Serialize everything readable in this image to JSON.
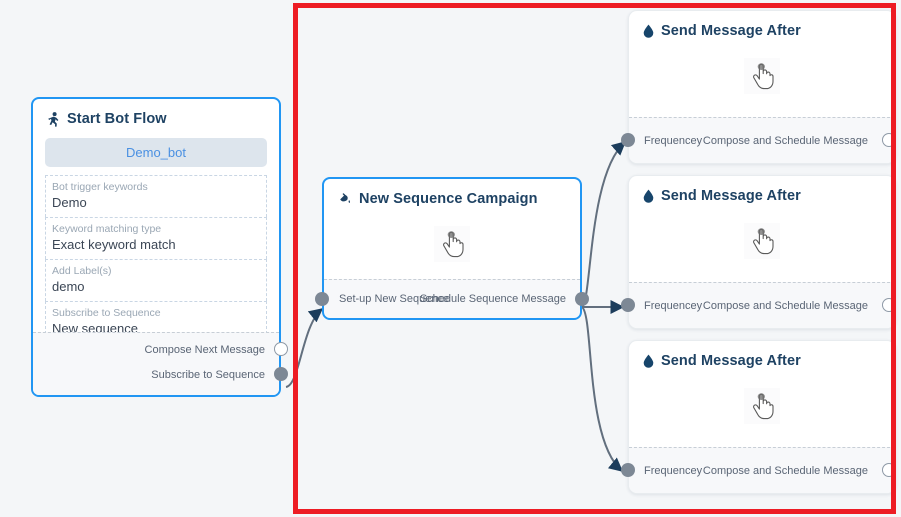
{
  "canvas": {
    "background_color": "#f4f6f8",
    "highlight_border_color": "#ed1c24"
  },
  "nodes": {
    "start_bot_flow": {
      "title": "Start Bot Flow",
      "icon": "running-person-icon",
      "accent_color": "#2196f3",
      "bot_pill": "Demo_bot",
      "fields": [
        {
          "label": "Bot trigger keywords",
          "value": "Demo"
        },
        {
          "label": "Keyword matching type",
          "value": "Exact keyword match"
        },
        {
          "label": "Add Label(s)",
          "value": "demo"
        },
        {
          "label": "Subscribe to Sequence",
          "value": "New sequence"
        }
      ],
      "ports": [
        {
          "label": "Compose Next Message",
          "state": "hollow"
        },
        {
          "label": "Subscribe to Sequence",
          "state": "filled"
        }
      ]
    },
    "new_sequence_campaign": {
      "title": "New Sequence Campaign",
      "icon": "paint-pour-icon",
      "accent_color": "#2196f3",
      "body_icon": "hand-cursor-icon",
      "ports_in": [
        {
          "label": "Set-up New Sequence",
          "state": "filled"
        }
      ],
      "ports_out": [
        {
          "label": "Schedule Sequence Message",
          "state": "filled"
        }
      ]
    },
    "send_message_after_1": {
      "title": "Send Message After",
      "icon": "water-drop-icon",
      "body_icon": "hand-cursor-icon",
      "port_in": {
        "label": "Frequencey",
        "state": "filled"
      },
      "port_out": {
        "label": "Compose and Schedule Message",
        "state": "hollow"
      }
    },
    "send_message_after_2": {
      "title": "Send Message After",
      "icon": "water-drop-icon",
      "body_icon": "hand-cursor-icon",
      "port_in": {
        "label": "Frequencey",
        "state": "filled"
      },
      "port_out": {
        "label": "Compose and Schedule Message",
        "state": "hollow"
      }
    },
    "send_message_after_3": {
      "title": "Send Message After",
      "icon": "water-drop-icon",
      "body_icon": "hand-cursor-icon",
      "port_in": {
        "label": "Frequencey",
        "state": "filled"
      },
      "port_out": {
        "label": "Compose and Schedule Message",
        "state": "hollow"
      }
    }
  },
  "edges": [
    {
      "from": "start-bot-flow.subscribe-to-sequence",
      "to": "new-sequence-campaign.set-up-new-sequence"
    },
    {
      "from": "new-sequence-campaign.schedule-sequence-message",
      "to": "send-message-after-1.frequencey"
    },
    {
      "from": "new-sequence-campaign.schedule-sequence-message",
      "to": "send-message-after-2.frequencey"
    },
    {
      "from": "new-sequence-campaign.schedule-sequence-message",
      "to": "send-message-after-3.frequencey"
    }
  ]
}
